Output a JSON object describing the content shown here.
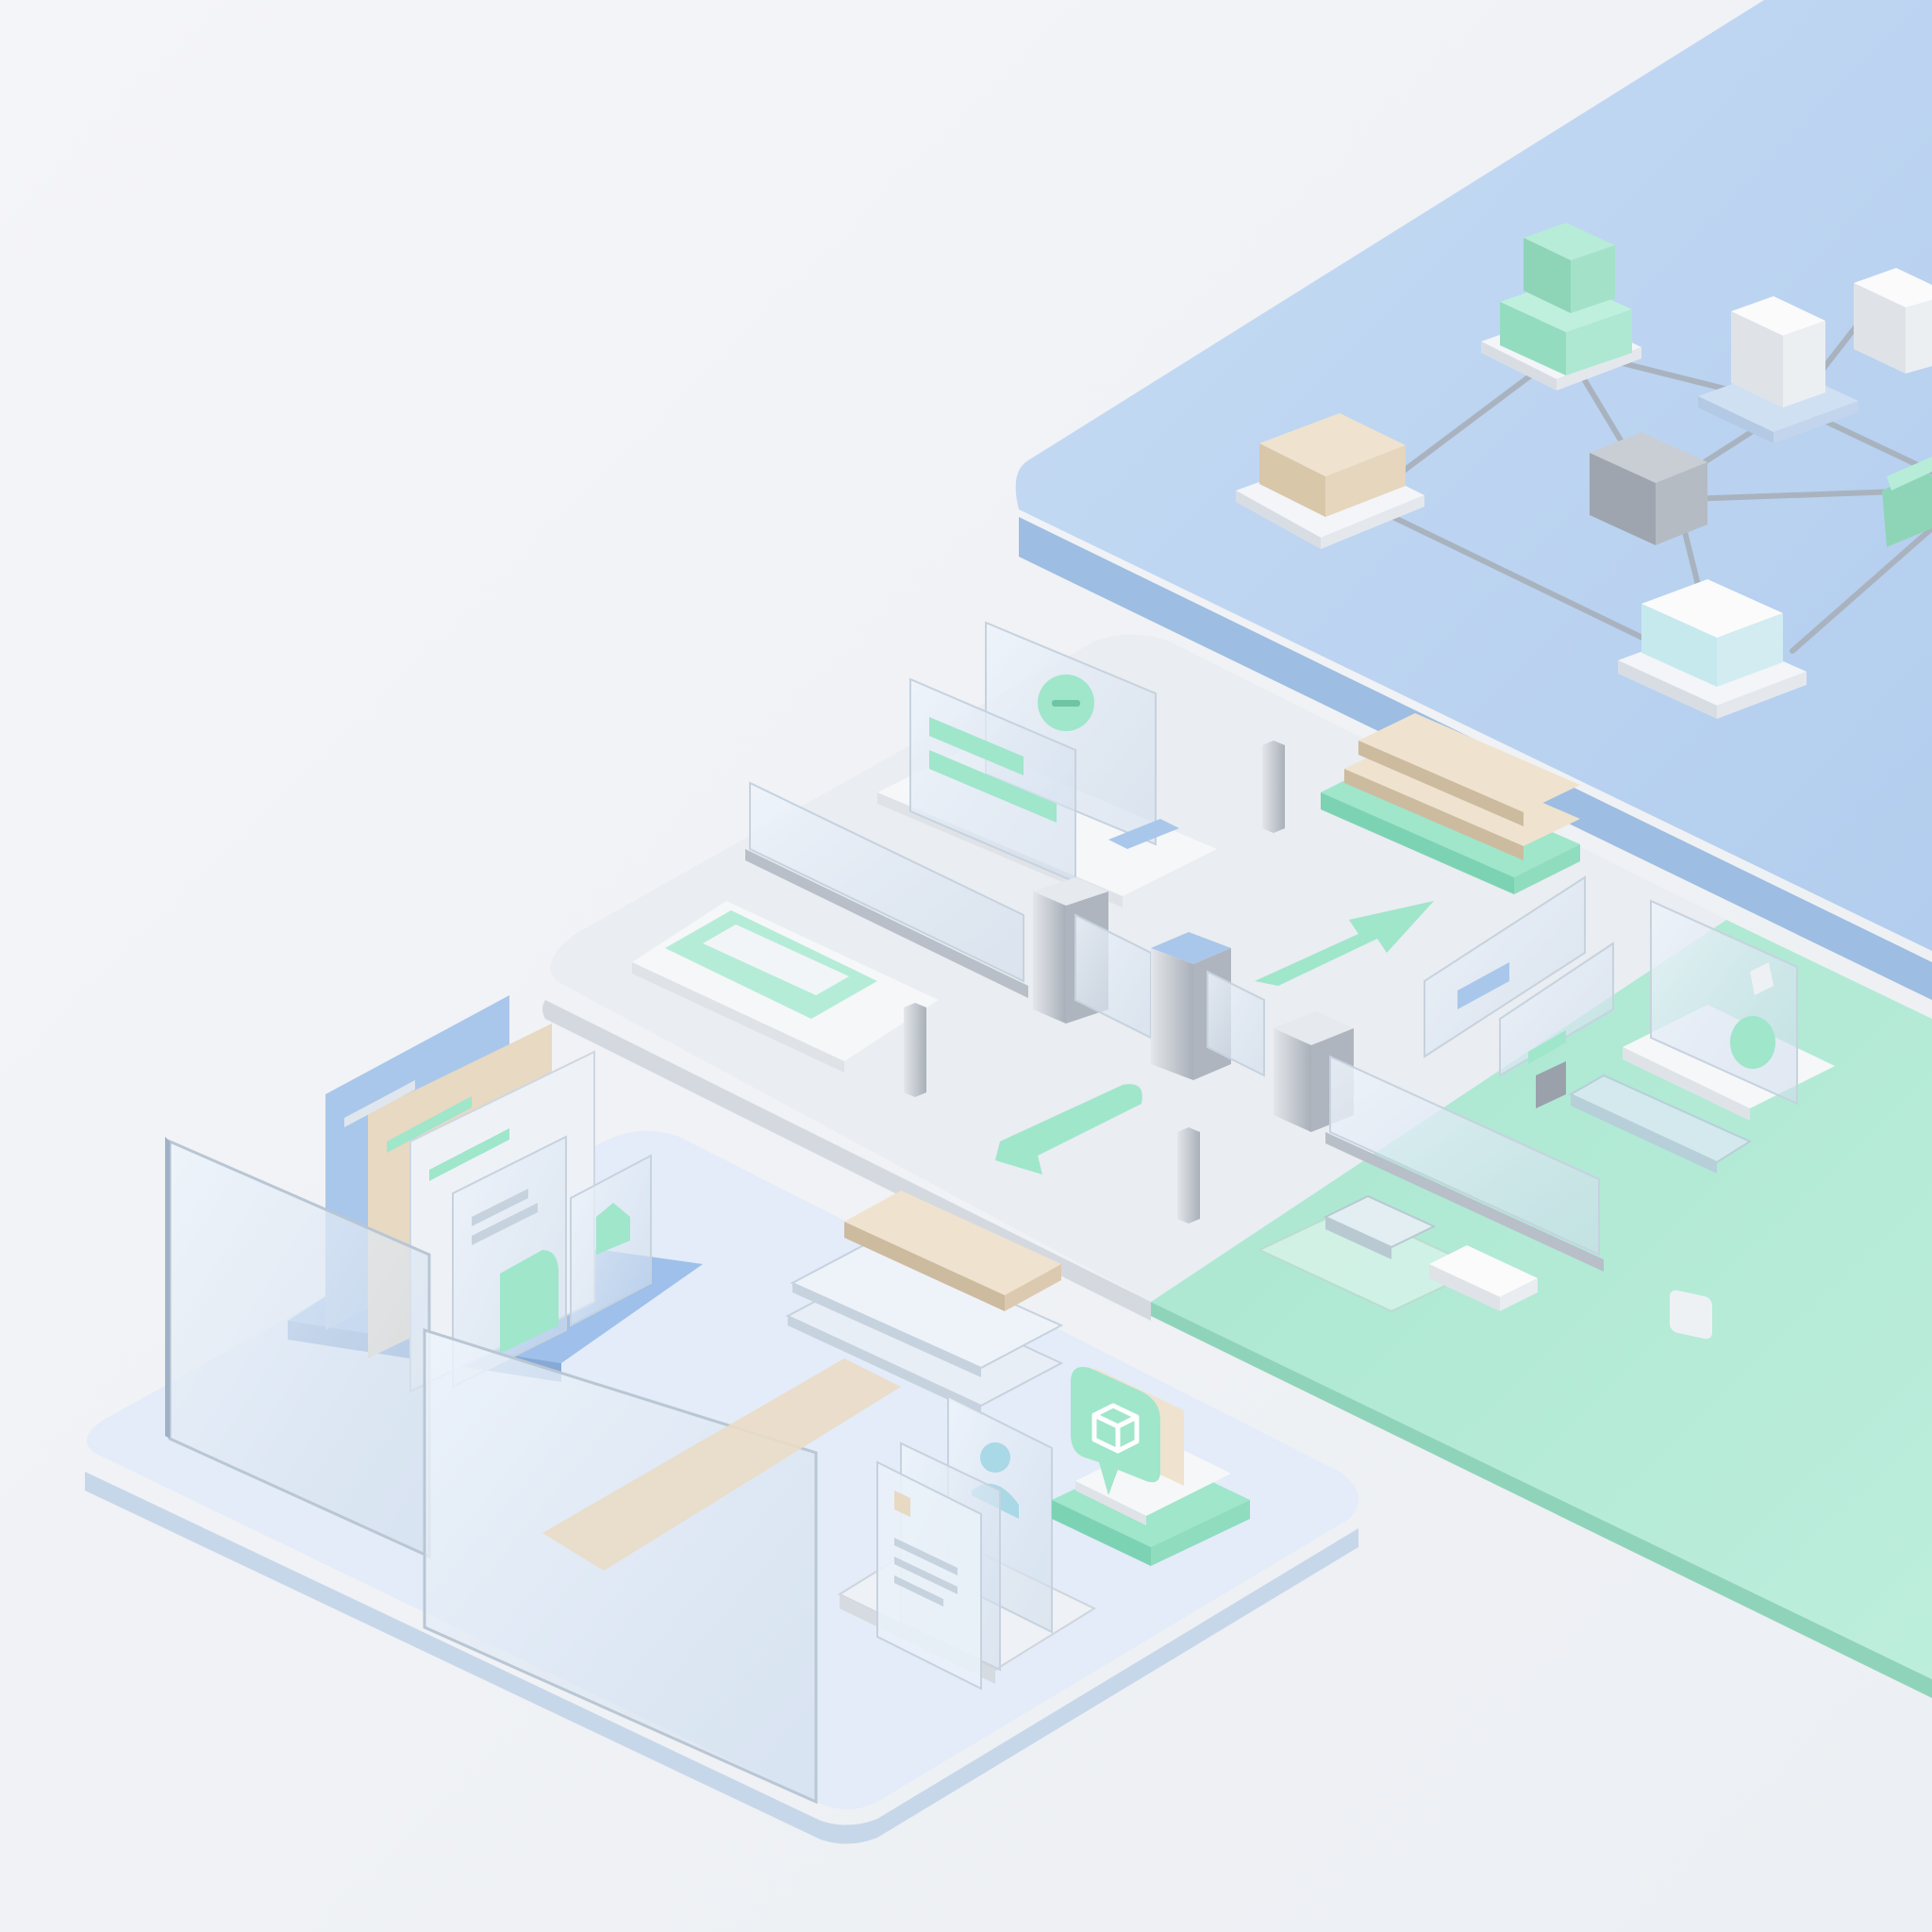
{
  "scene": {
    "kind": "isometric-illustration",
    "text": []
  },
  "palette": {
    "background": "#f1f3f6",
    "platform_blue": "#b9d3f0",
    "platform_blue_side": "#98b8de",
    "platform_green": "#b5e9d6",
    "platform_green_side": "#95d8bf",
    "platform_white": "#e9ecf0",
    "platform_white_side": "#d3d8df",
    "platform_pale_blue": "#e2ecf8",
    "platform_pale_blue_side": "#c5d6ea",
    "mint": "#9fe6cb",
    "mint_dark": "#7cd3b4",
    "beige": "#e7d9c2",
    "beige_dark": "#cdbb9f",
    "steel": "#c4c9d0",
    "steel_dark": "#9aa1ab",
    "glass": "#dfeaf5",
    "card_blue": "#a9c7ea"
  },
  "regions": {
    "upper_network": {
      "nodes": [
        {
          "id": "mint-stack",
          "material": "mint"
        },
        {
          "id": "white-cube-top",
          "material": "white"
        },
        {
          "id": "white-cube-right",
          "material": "white"
        },
        {
          "id": "beige-block",
          "material": "beige"
        },
        {
          "id": "steel-cube",
          "material": "steel"
        },
        {
          "id": "white-cube-bottom",
          "material": "white"
        },
        {
          "id": "mint-cube-edge",
          "material": "mint"
        }
      ]
    },
    "middle_gateway": {
      "items": [
        "glass-panel",
        "chat-card",
        "turnstile-gates",
        "arrows",
        "beige-stack",
        "posts",
        "toggle-pad"
      ]
    },
    "green_area": {
      "items": [
        "glass-monitor",
        "shapes-panel",
        "glass-slab",
        "glass-barrier",
        "white-tile"
      ]
    },
    "lower_workspace": {
      "items": [
        "folder-stack",
        "glass-wall",
        "beige-runner",
        "card-stack",
        "profile-card",
        "package-badge"
      ]
    }
  }
}
